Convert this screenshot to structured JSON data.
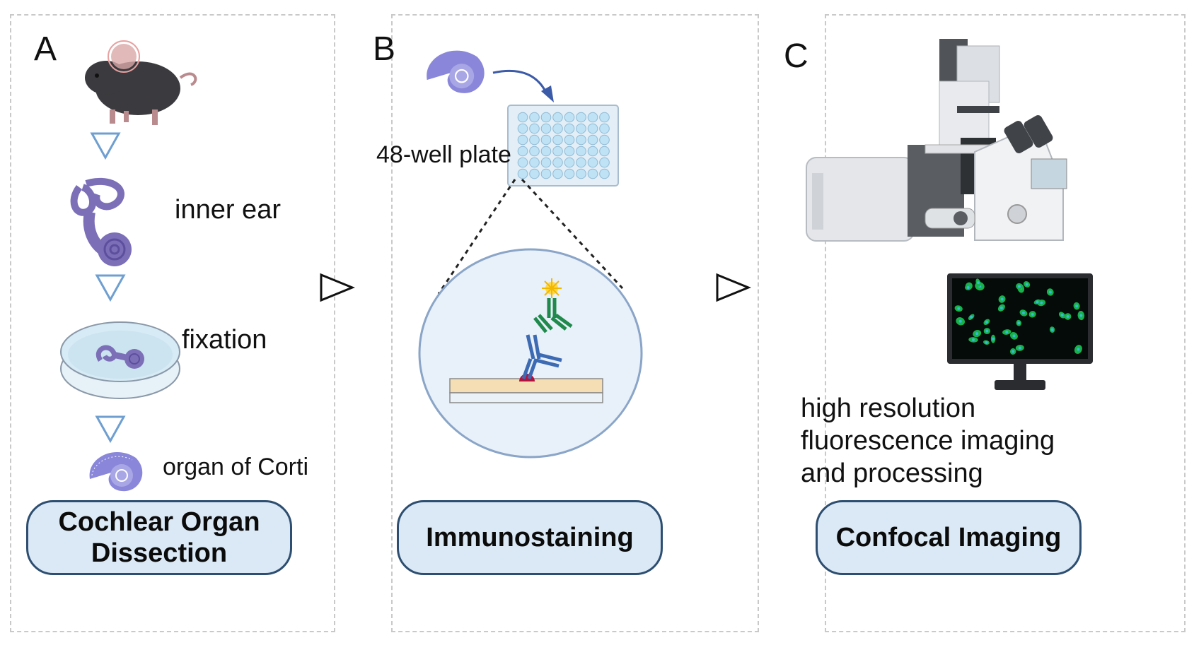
{
  "panels": {
    "a": {
      "letter": "A",
      "labels": {
        "inner_ear": "inner ear",
        "fixation": "fixation",
        "organ": "organ of Corti"
      },
      "box": {
        "line1": "Cochlear Organ",
        "line2": "Dissection"
      }
    },
    "b": {
      "letter": "B",
      "labels": {
        "plate": "48-well plate"
      },
      "box": {
        "title": "Immunostaining"
      }
    },
    "c": {
      "letter": "C",
      "caption": {
        "line1": "high resolution",
        "line2": "fluorescence imaging",
        "line3": "and processing"
      },
      "box": {
        "title": "Confocal Imaging"
      }
    }
  },
  "colors": {
    "cochlea_purple": "#8a86d9",
    "inner_ear_purple": "#7c6fb8",
    "box_fill": "#dbe9f6",
    "box_border": "#2d4e70",
    "antibody_green": "#1f8a4c",
    "antibody_blue": "#3c6bb3",
    "arrow_blue": "#3b5aa8"
  },
  "icons": [
    "mouse-icon",
    "inner-ear-icon",
    "petri-dish-icon",
    "cochlea-icon",
    "well-plate-icon",
    "antibody-icon",
    "microscope-icon",
    "monitor-icon",
    "triangle-arrow-icon"
  ]
}
